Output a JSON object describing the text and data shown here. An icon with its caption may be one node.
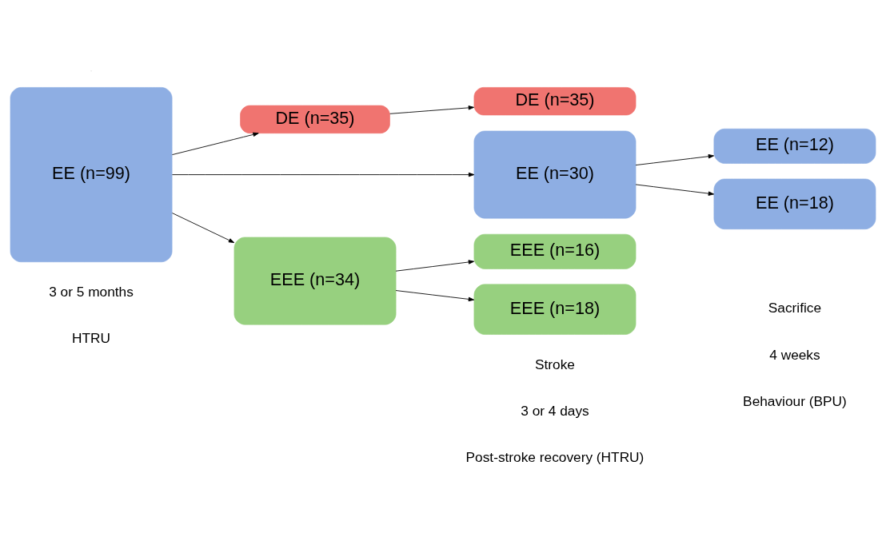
{
  "diagram": {
    "nodes": [
      {
        "text": [
          "EE (n=99)"
        ]
      },
      {
        "text": [
          "DE (n=35)"
        ]
      },
      {
        "text": [
          "DE (n=35)"
        ]
      },
      {
        "text": [
          "EE (n=30)"
        ]
      },
      {
        "text": [
          "EE (n=12)"
        ]
      },
      {
        "text": [
          "EE (n=18)"
        ]
      },
      {
        "text": [
          "EEE (n=34)"
        ]
      },
      {
        "text": [
          "EEE (n=16)"
        ]
      },
      {
        "text": [
          "EEE (n=18)"
        ]
      }
    ],
    "edges": [
      {
        "from": 0,
        "to": 1,
        "arrow": "to"
      },
      {
        "from": 0,
        "to": 3,
        "arrow": "to"
      },
      {
        "from": 0,
        "to": 6,
        "arrow": "to"
      },
      {
        "from": 1,
        "to": 2,
        "arrow": "to"
      },
      {
        "from": 3,
        "to": 4,
        "arrow": "to"
      },
      {
        "from": 3,
        "to": 5,
        "arrow": "to"
      },
      {
        "from": 6,
        "to": 7,
        "arrow": "to"
      },
      {
        "from": 6,
        "to": 8,
        "arrow": "to"
      }
    ],
    "labels": [
      "Stroke",
      "Sacrifice",
      "3 or 5 months",
      "3 or 4 days",
      "4 weeks",
      "HTRU",
      "Post-stroke recovery (HTRU)",
      "Behaviour (BPU)"
    ]
  }
}
